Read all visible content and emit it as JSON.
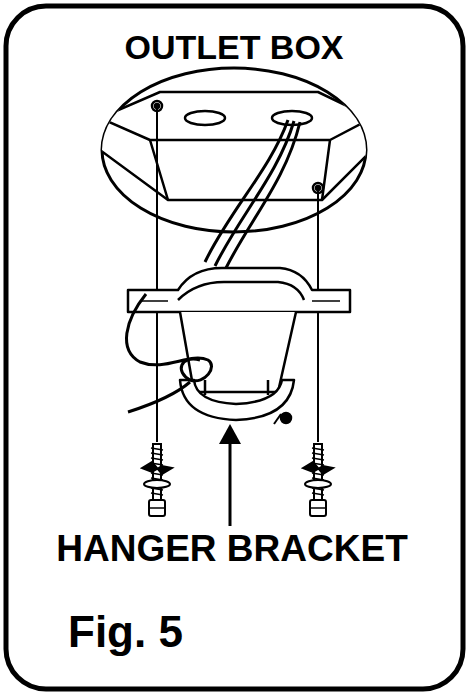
{
  "diagram": {
    "caption": "Fig. 5",
    "labels": [
      "OUTLET BOX",
      "HANGER BRACKET"
    ]
  }
}
